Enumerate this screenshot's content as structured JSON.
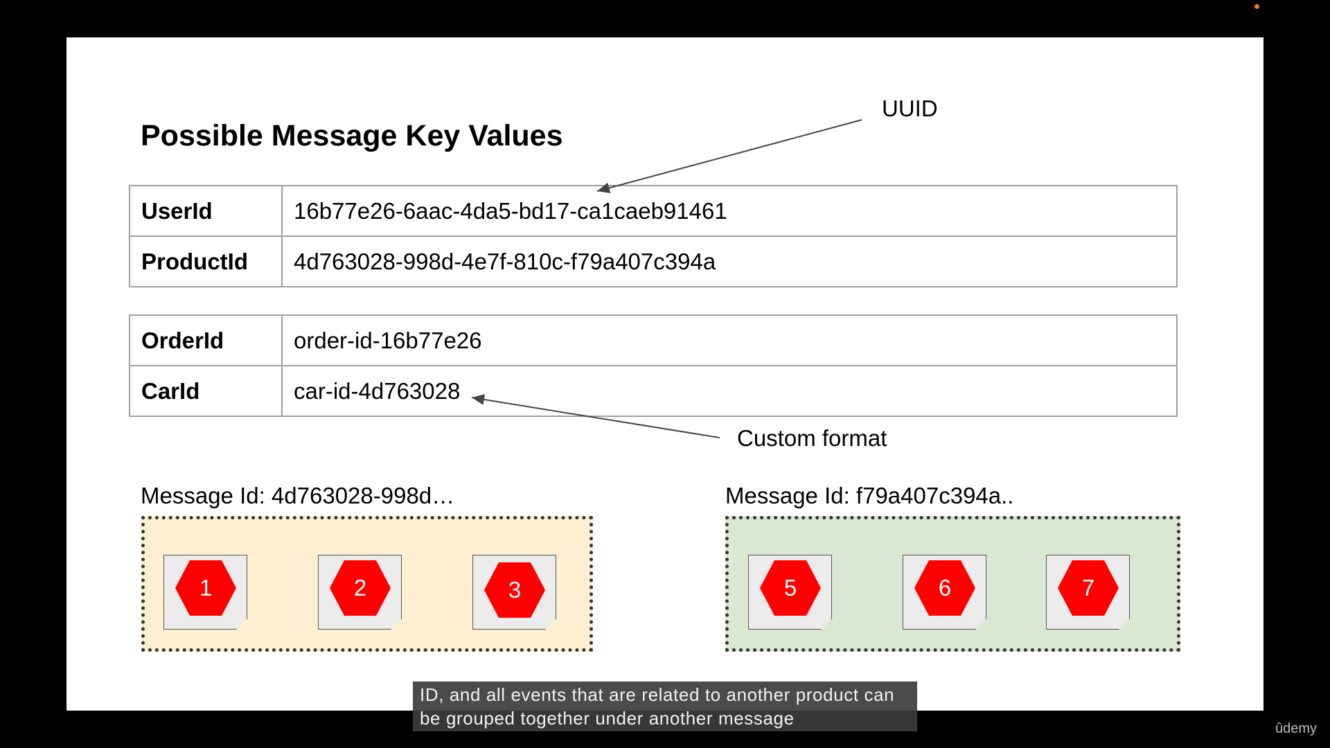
{
  "slide": {
    "title": "Possible Message Key Values",
    "annotations": {
      "uuid": "UUID",
      "custom": "Custom format"
    },
    "table_uuid": [
      {
        "key": "UserId",
        "value": "16b77e26-6aac-4da5-bd17-ca1caeb91461"
      },
      {
        "key": "ProductId",
        "value": "4d763028-998d-4e7f-810c-f79a407c394a"
      }
    ],
    "table_custom": [
      {
        "key": "OrderId",
        "value": "order-id-16b77e26"
      },
      {
        "key": "CarId",
        "value": "car-id-4d763028"
      }
    ],
    "groups": [
      {
        "label": "Message Id: 4d763028-998d…",
        "messages": [
          "1",
          "2",
          "3"
        ],
        "color": "#fdefd0"
      },
      {
        "label": "Message Id: f79a407c394a..",
        "messages": [
          "5",
          "6",
          "7"
        ],
        "color": "#d9e7d3"
      }
    ],
    "hexagon_color": "#ff0000"
  },
  "caption": {
    "line1": "ID, and all events that are related to another product can",
    "line2": "be grouped together under another message"
  },
  "brand": "ûdemy"
}
